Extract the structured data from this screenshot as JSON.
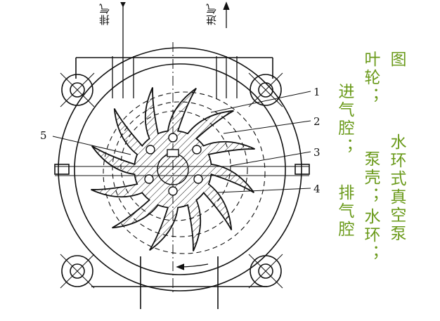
{
  "pipes": {
    "exhaust_label": "排气",
    "intake_label": "进气"
  },
  "callouts": [
    "1",
    "2",
    "3",
    "4",
    "5"
  ],
  "caption": {
    "col1": "图",
    "col2": "水环式真空泵",
    "col3": "叶轮；",
    "col4": "泵壳；",
    "col5": "水环；",
    "col6": "进气腔；",
    "col7": "排气腔"
  },
  "colors": {
    "line": "#111111",
    "caption": "#6a9a1a"
  }
}
